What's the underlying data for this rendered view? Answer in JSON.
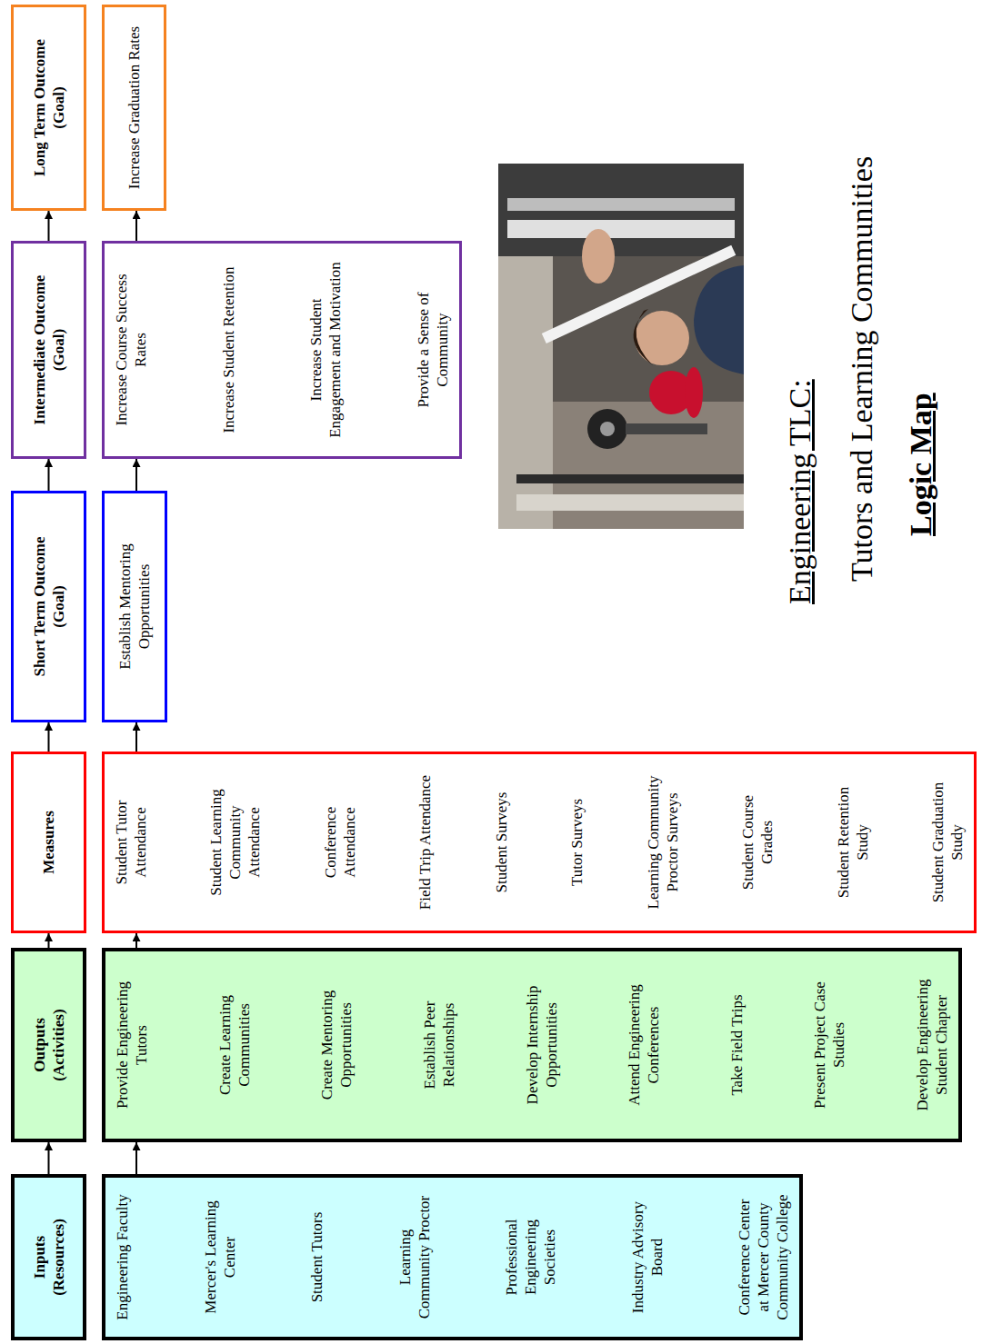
{
  "diagram": {
    "title": "Engineering TLC:",
    "nodes": [
      {
        "text": [
          "Inputs (Resources)"
        ]
      },
      {
        "text": [
          "Engineering Faculty",
          "Mercer's Learning Center",
          "Student Tutors",
          "Learning Community Proctor",
          "Professional Engineering Societies",
          "Industry Advisory Board",
          "Conference Center at Mercer County Community College"
        ]
      },
      {
        "text": [
          "Outputs (Activities)"
        ]
      },
      {
        "text": [
          "Provide Engineering Tutors",
          "Create Learning Communities",
          "Create Mentoring Opportunities",
          "Establish Peer Relationships",
          "Develop Internship Opportunities",
          "Attend Engineering Conferences",
          "Take Field Trips",
          "Present Project Case Studies",
          "Develop Engineering Student Chapter"
        ]
      },
      {
        "text": [
          "Measures"
        ]
      },
      {
        "text": [
          "Student Tutor Attendance",
          "Student Learning Community Attendance",
          "Conference Attendance",
          "Field Trip Attendance",
          "Student Surveys",
          "Tutor Surveys",
          "Learning Community Proctor Surveys",
          "Student Course Grades",
          "Student Retention Study",
          "Student Graduation Study"
        ]
      },
      {
        "text": [
          "Short Term Outcome (Goal)"
        ]
      },
      {
        "text": [
          "Establish Mentoring Opportunities"
        ]
      },
      {
        "text": [
          "Intermediate Outcome (Goal)"
        ]
      },
      {
        "text": [
          "Increase Course Success Rates",
          "Increase Student Retention",
          "Increase Student Engagement and Motivation",
          "Provide a Sense of Community"
        ]
      },
      {
        "text": [
          "Long Term Outcome (Goal)"
        ]
      },
      {
        "text": [
          "Increase Graduation Rates"
        ]
      }
    ],
    "edges": [
      {
        "from": 0,
        "to": 2,
        "arrow": "to"
      },
      {
        "from": 2,
        "to": 4,
        "arrow": "to"
      },
      {
        "from": 4,
        "to": 6,
        "arrow": "to"
      },
      {
        "from": 6,
        "to": 8,
        "arrow": "to"
      },
      {
        "from": 8,
        "to": 10,
        "arrow": "to"
      },
      {
        "from": 1,
        "to": 3,
        "arrow": "to"
      },
      {
        "from": 3,
        "to": 5,
        "arrow": "to"
      },
      {
        "from": 5,
        "to": 7,
        "arrow": "to"
      },
      {
        "from": 7,
        "to": 9,
        "arrow": "to"
      },
      {
        "from": 9,
        "to": 11,
        "arrow": "to"
      }
    ],
    "labels": [
      "Tutors and Learning Communities",
      "Logic Map"
    ]
  }
}
